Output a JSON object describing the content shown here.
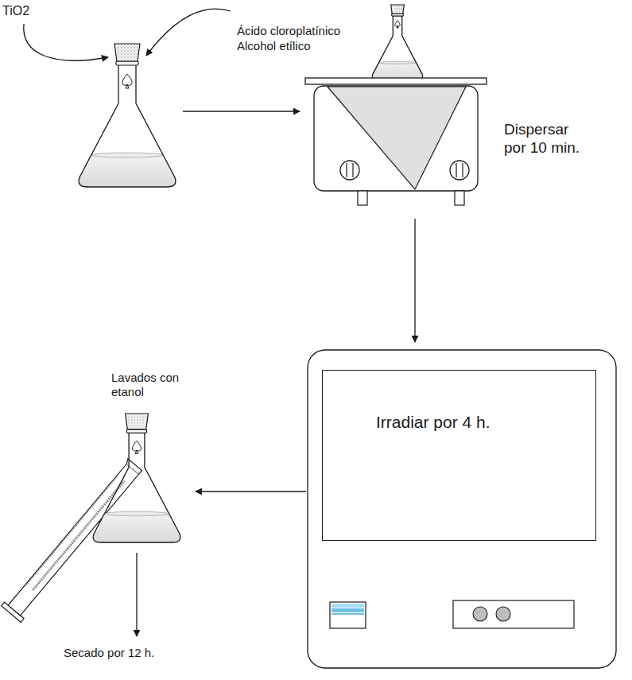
{
  "diagram": {
    "nodes": [
      {
        "text": [
          "Irradiar por 4 h."
        ]
      }
    ],
    "labels": [
      "TiO2",
      "Ácido cloroplatínico",
      "Alcohol etílico",
      "Dispersar por 10 min.",
      "Lavados con etanol",
      "Secado por 12 h."
    ]
  }
}
